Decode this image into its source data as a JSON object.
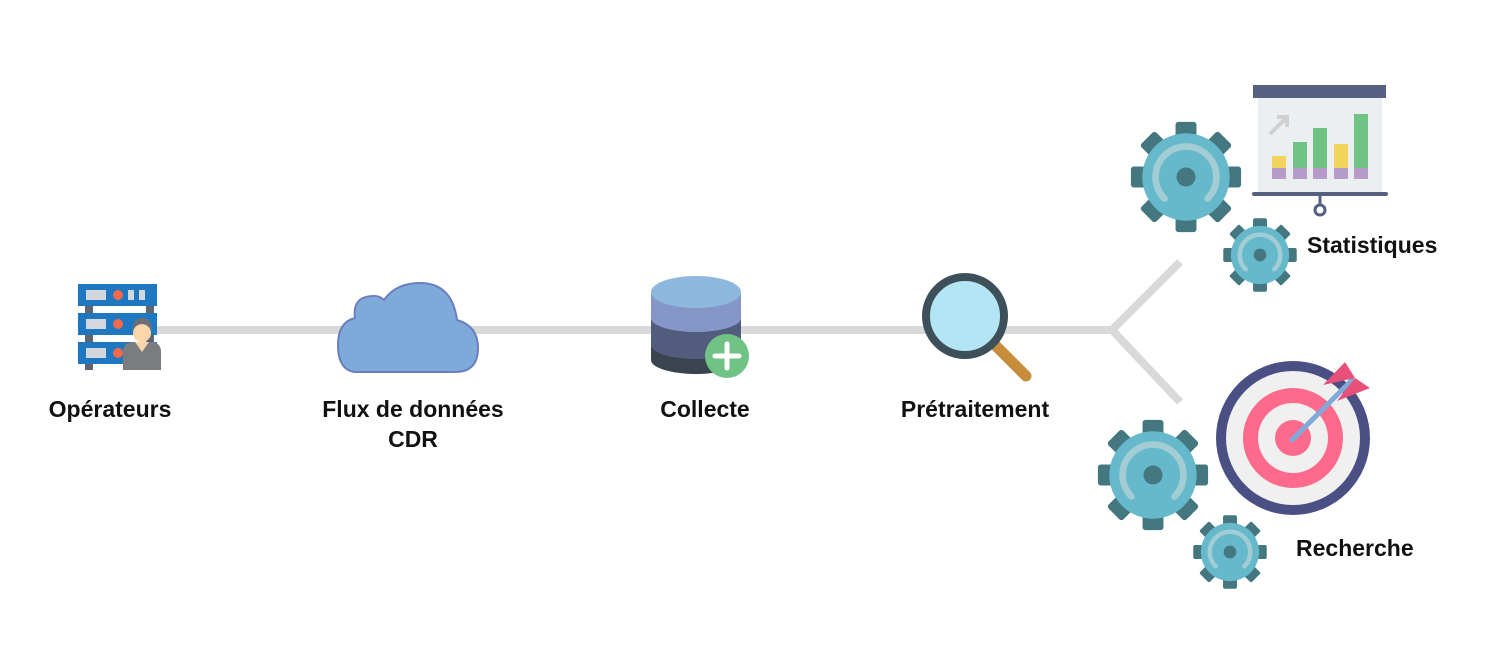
{
  "stages": [
    {
      "label": "Opérateurs",
      "icon": "server-operator-icon"
    },
    {
      "label": "Flux de données",
      "label2": "CDR",
      "icon": "cloud-icon"
    },
    {
      "label": "Collecte",
      "icon": "database-add-icon"
    },
    {
      "label": "Prétraitement",
      "icon": "magnifier-icon"
    }
  ],
  "outputs": [
    {
      "label": "Statistiques",
      "icon": "presentation-chart-icon"
    },
    {
      "label": "Recherche",
      "icon": "target-icon"
    }
  ],
  "colors": {
    "line": "#d9d9d9",
    "gear": "#66b8cb",
    "gear_teeth": "#44777f"
  }
}
